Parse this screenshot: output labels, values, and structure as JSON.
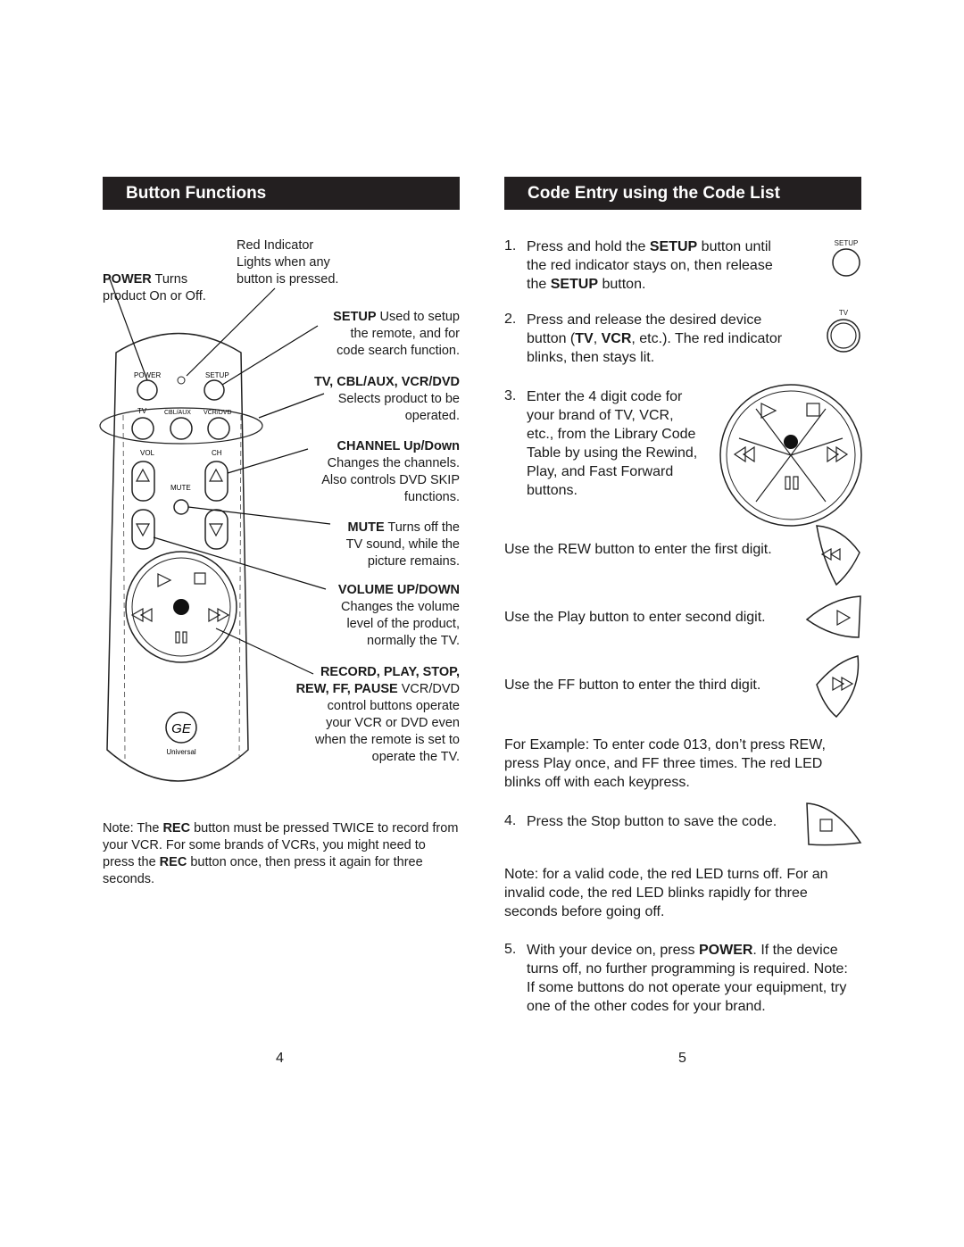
{
  "left": {
    "header": "Button Functions",
    "red_indicator": [
      "Red Indicator",
      "Lights when any",
      "button is pressed."
    ],
    "power": {
      "bold": "POWER",
      "text": " Turns",
      "line2": "product On or Off."
    },
    "setup": {
      "bold": "SETUP",
      "text": " Used to setup",
      "line2": "the remote, and for",
      "line3": "code search function."
    },
    "tv": {
      "bold": "TV, CBL/AUX, VCR/DVD",
      "line2": "Selects product to be",
      "line3": "operated."
    },
    "channel": {
      "bold": "CHANNEL",
      "bold2": " Up/Down",
      "line2": "Changes the channels.",
      "line3": "Also controls DVD SKIP",
      "line4": "functions."
    },
    "mute": {
      "bold": "MUTE",
      "text": " Turns off the",
      "line2": "TV sound, while the",
      "line3": "picture remains."
    },
    "volume": {
      "bold": "VOLUME UP/DOWN",
      "line2": "Changes the volume",
      "line3": "level of the product,",
      "line4": "normally the TV."
    },
    "record": {
      "bold": "RECORD, PLAY, STOP,",
      "bold2": "REW, FF, PAUSE",
      "text2": " VCR/DVD",
      "line3": "control buttons operate",
      "line4": "your VCR or DVD even",
      "line5": "when the remote is set to",
      "line6": "operate the TV."
    },
    "remote_labels": {
      "power": "POWER",
      "setup": "SETUP",
      "tv": "TV",
      "cbl": "CBL/AUX",
      "vcr": "VCR/DVD",
      "vol": "VOL",
      "ch": "CH",
      "mute": "MUTE",
      "brand": "Universal",
      "logo": "GE"
    },
    "note": {
      "p1": "Note: The ",
      "rec1": "REC",
      "p2": " button must be pressed TWICE to record from your VCR. For some brands of VCRs, you might need to press the ",
      "rec2": "REC",
      "p3": " button once, then press it again for three seconds."
    },
    "page_number": "4"
  },
  "right": {
    "header": "Code Entry using the Code List",
    "step1": {
      "num": "1.",
      "a": "Press and hold the ",
      "b": "SETUP",
      "c": " button until",
      "line2": "the red indicator stays on, then release",
      "d": "the ",
      "e": "SETUP",
      "f": " button.",
      "icon_label": "SETUP"
    },
    "step2": {
      "num": "2.",
      "line1": "Press and release the desired device",
      "a": "button (",
      "b": "TV",
      "c": ", ",
      "d": "VCR",
      "e": ", etc.). The red indicator",
      "line3": "blinks, then stays lit.",
      "icon_label": "TV"
    },
    "step3": {
      "num": "3.",
      "lines": [
        "Enter the 4 digit code for",
        "your brand of TV, VCR,",
        "etc., from the Library Code",
        "Table by using the Rewind,",
        "Play, and Fast Forward",
        "buttons."
      ]
    },
    "rew_text": "Use the REW button to enter the first digit.",
    "play_text": "Use the Play button to enter second digit.",
    "ff_text": "Use the FF button to enter the third digit.",
    "example": "For Example: To enter code 013, don’t press REW, press Play once, and FF three times. The red LED blinks off with each keypress.",
    "step4": {
      "num": "4.",
      "text": "Press the Stop button to save the code."
    },
    "note": "Note: for a valid code, the red LED turns off. For an invalid code, the red LED blinks rapidly for three seconds before going off.",
    "step5": {
      "num": "5.",
      "a": "With your device on, press ",
      "b": "POWER",
      "c": ". If the",
      "rest": "device turns off, no further programming is required. Note: If some buttons do not operate your equipment, try one of the other codes for your brand."
    },
    "page_number": "5"
  }
}
